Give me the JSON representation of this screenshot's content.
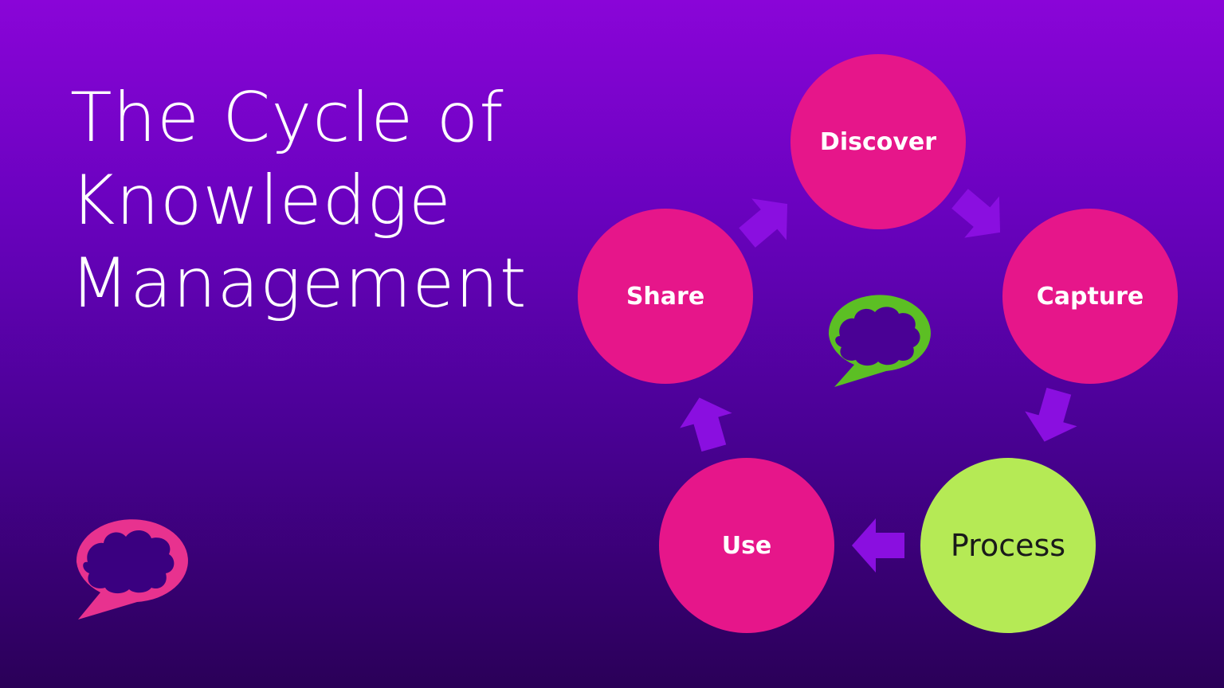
{
  "slide": {
    "title_lines": [
      "The Cycle of",
      "Knowledge",
      "Management"
    ]
  },
  "cycle": {
    "nodes": [
      {
        "label": "Discover",
        "color": "#e6168a",
        "highlight": false
      },
      {
        "label": "Capture",
        "color": "#e6168a",
        "highlight": false
      },
      {
        "label": "Process",
        "color": "#b5ea55",
        "highlight": true
      },
      {
        "label": "Use",
        "color": "#e6168a",
        "highlight": false
      },
      {
        "label": "Share",
        "color": "#e6168a",
        "highlight": false
      }
    ],
    "arrow_color": "#8a0fe0"
  },
  "icons": {
    "center_icon": "brain-speech-bubble-icon",
    "center_icon_color": "#5cbf24",
    "corner_icon": "brain-speech-bubble-icon",
    "corner_icon_color": "#e8328f"
  }
}
